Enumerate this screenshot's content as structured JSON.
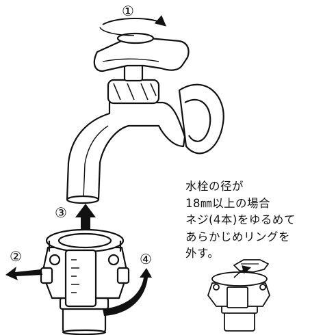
{
  "steps": {
    "s1": "①",
    "s2": "②",
    "s3": "③",
    "s4": "④"
  },
  "note": {
    "lines": [
      "水栓の径が",
      "18㎜以上の場合",
      "ネジ(4本)をゆるめて",
      "あらかじめリングを",
      "外す。"
    ]
  }
}
